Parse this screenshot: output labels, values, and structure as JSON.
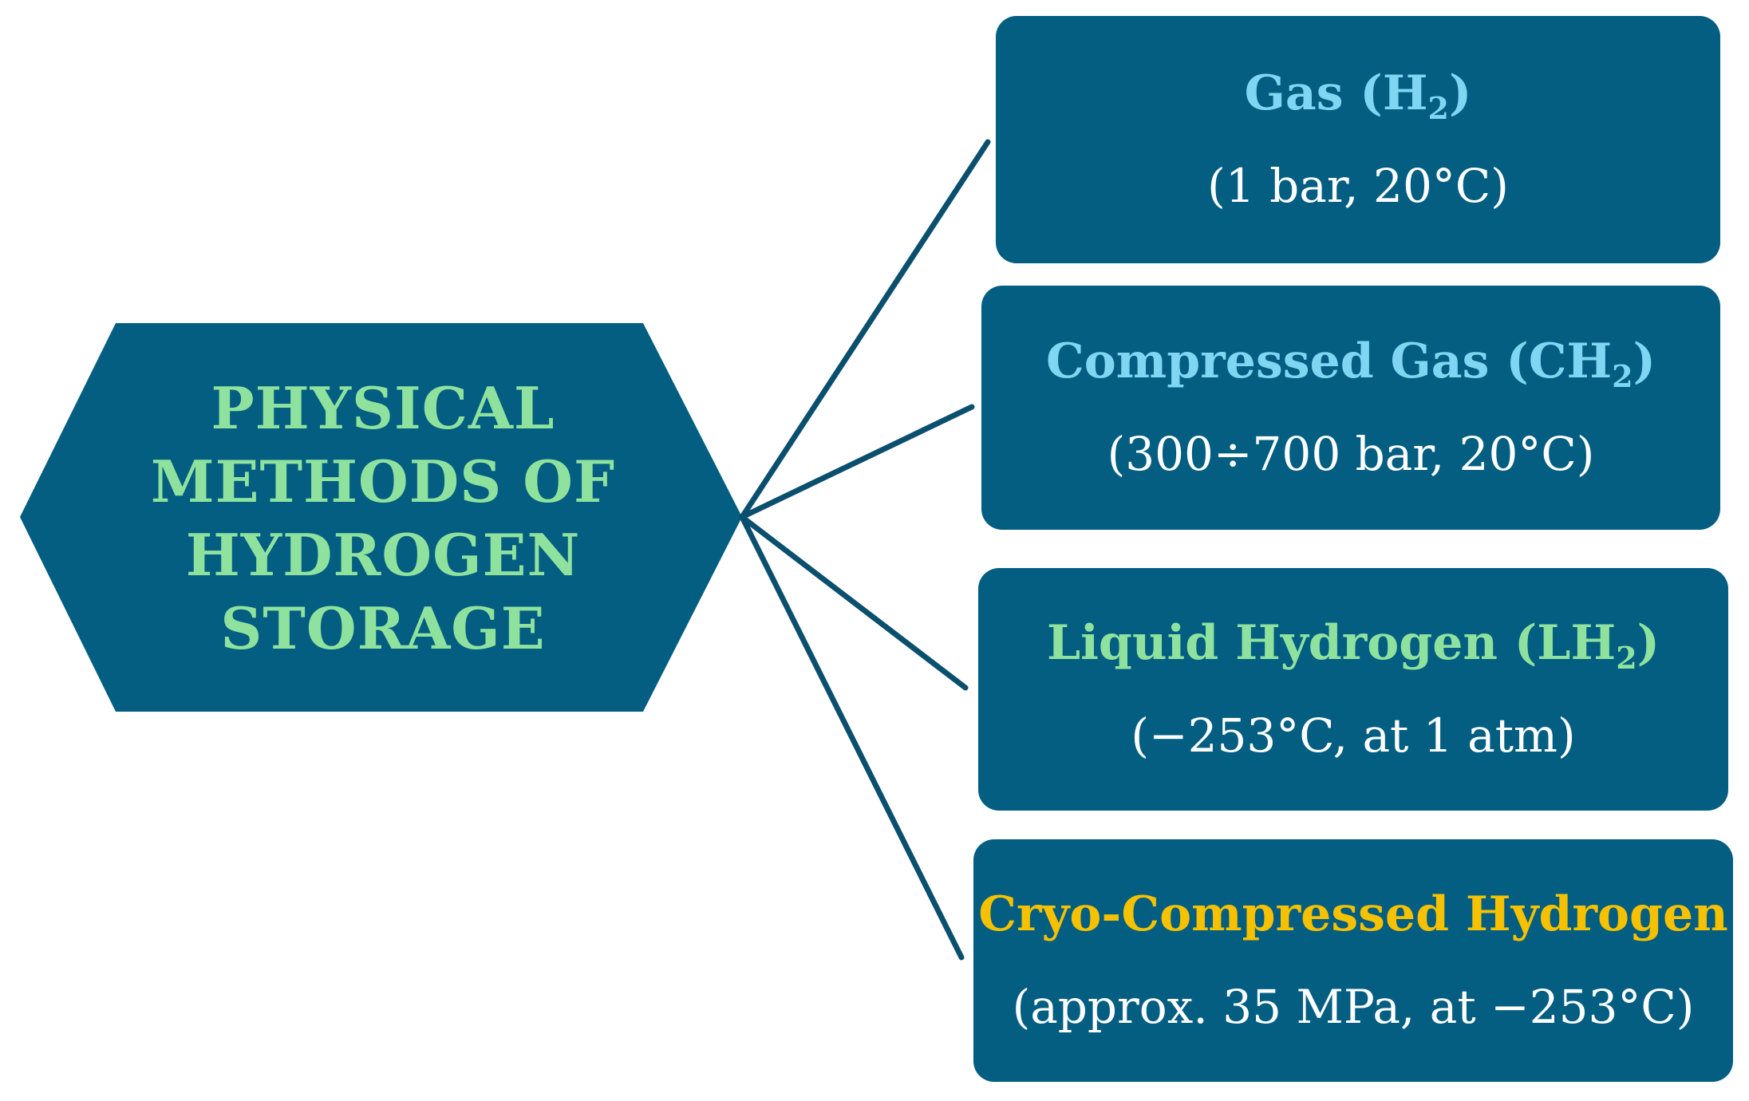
{
  "central_node": {
    "lines": [
      "PHYSICAL",
      "METHODS OF",
      "HYDROGEN",
      "STORAGE"
    ],
    "text_color": "#8fe29e",
    "fill_color": "#035e82"
  },
  "connector_color": "#0a4f6e",
  "methods": [
    {
      "title": "Gas (H",
      "title_sub": "2",
      "title_suffix": ")",
      "detail": "(1 bar, 20°C)",
      "title_color": "#7fd6f2"
    },
    {
      "title": "Compressed Gas (CH",
      "title_sub": "2",
      "title_suffix": ")",
      "detail": "(300÷700 bar, 20°C)",
      "title_color": "#7fd6f2"
    },
    {
      "title": "Liquid Hydrogen (LH",
      "title_sub": "2",
      "title_suffix": ")",
      "detail": "(−253°C, at 1 atm)",
      "title_color": "#8fe29e"
    },
    {
      "title": "Cryo-Compressed Hydrogen",
      "title_sub": "",
      "title_suffix": "",
      "detail": "(approx. 35 MPa, at −253°C)",
      "title_color": "#f5c100"
    }
  ]
}
